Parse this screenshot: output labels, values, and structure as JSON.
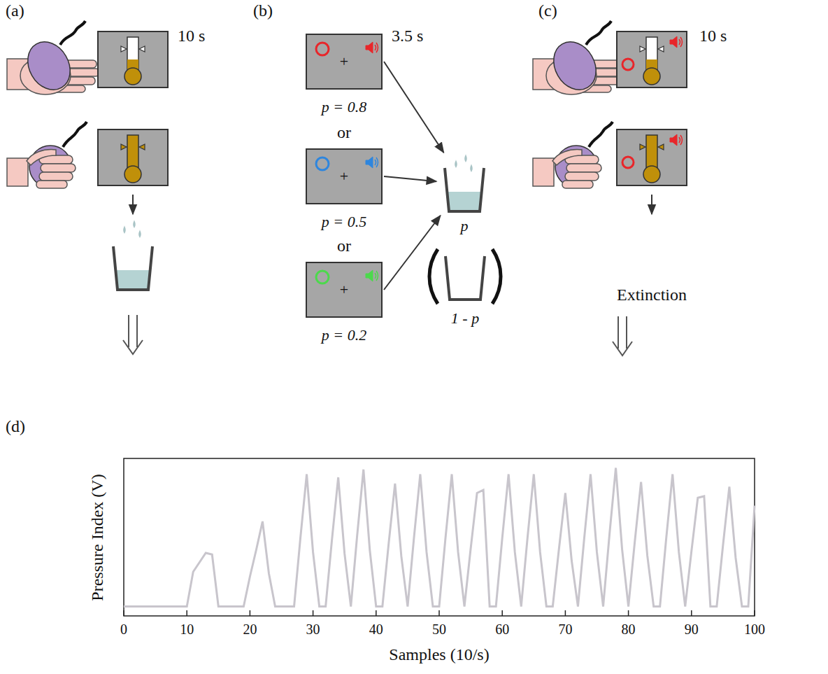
{
  "diagram": {
    "nodes": [
      {
        "text": [
          "+",
          "p = 0.8"
        ]
      },
      {
        "text": [
          "+",
          "p = 0.5"
        ]
      },
      {
        "text": [
          "+",
          "p = 0.2"
        ]
      },
      {
        "text": [
          "p"
        ]
      },
      {
        "text": [
          "1 - p"
        ]
      }
    ],
    "edges": [
      {
        "from": 0,
        "to": 3,
        "arrow": "to"
      },
      {
        "from": 1,
        "to": 3,
        "arrow": "to"
      },
      {
        "from": 2,
        "to": 3,
        "arrow": "to"
      }
    ],
    "labels": [
      "(a)",
      "10 s",
      "(b)",
      "3.5 s",
      "or",
      "or",
      "(c)",
      "10 s",
      "Extinction",
      "(d)",
      "Pressure Index (V)",
      "Samples (10/s)",
      "0",
      "10",
      "20",
      "30",
      "40",
      "50",
      "60",
      "70",
      "80",
      "90",
      "100"
    ]
  }
}
